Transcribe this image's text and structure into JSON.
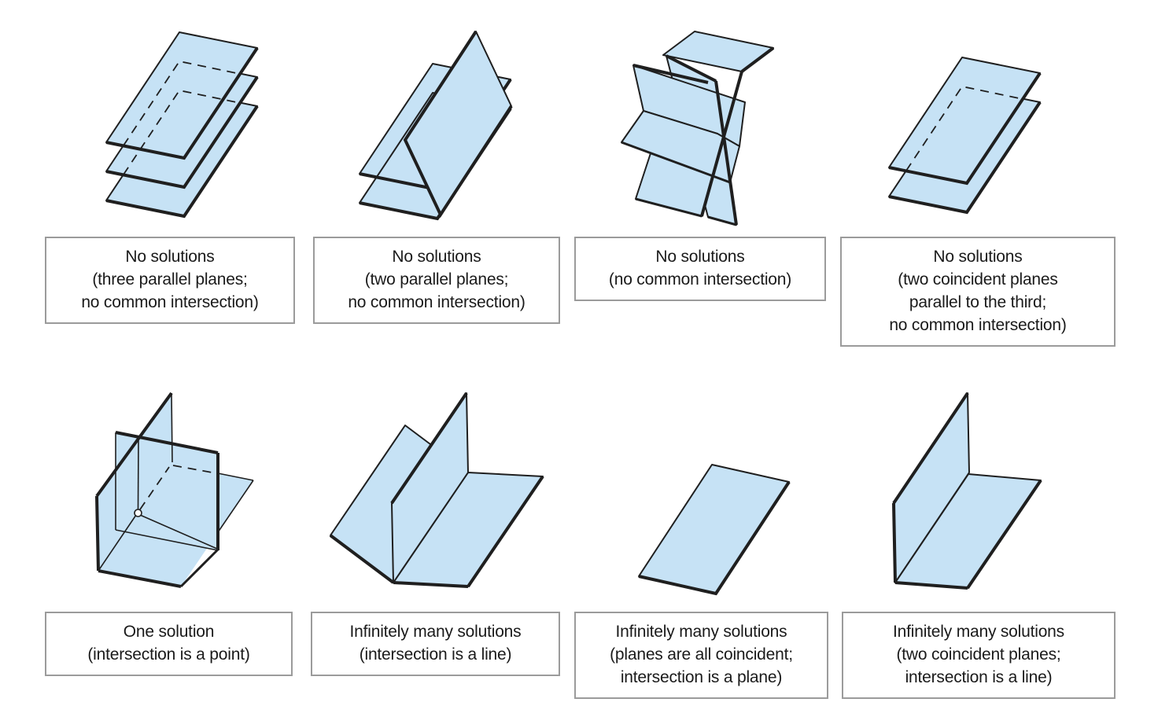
{
  "page": {
    "background": "#ffffff",
    "description": "Possible configurations of three planes and the solution sets of a system of three linear equations"
  },
  "colors": {
    "plane_fill": "#c6e2f5",
    "plane_stroke": "#1f1f1f",
    "caption_border": "#9b9b9b",
    "caption_text": "#1a1a1a"
  },
  "figures": [
    {
      "name": "three-parallel-planes",
      "caption": "No solutions\n(three parallel planes;\nno common intersection)"
    },
    {
      "name": "two-parallel-planes-one-crossing",
      "caption": "No solutions\n(two parallel planes;\nno common intersection)"
    },
    {
      "name": "pairwise-intersection-prism",
      "caption": "No solutions\n(no common intersection)"
    },
    {
      "name": "two-coincident-parallel-to-third",
      "caption": "No solutions\n(two coincident planes\nparallel to the third;\nno common intersection)"
    },
    {
      "name": "intersection-point",
      "caption": "One solution\n(intersection is a point)"
    },
    {
      "name": "fan-common-line",
      "caption": "Infinitely many solutions\n(intersection is a line)"
    },
    {
      "name": "all-coincident-plane",
      "caption": "Infinitely many solutions\n(planes are all coincident;\nintersection is a plane)"
    },
    {
      "name": "two-coincident-plus-crossing",
      "caption": "Infinitely many solutions\n(two coincident planes;\nintersection is a line)"
    }
  ]
}
